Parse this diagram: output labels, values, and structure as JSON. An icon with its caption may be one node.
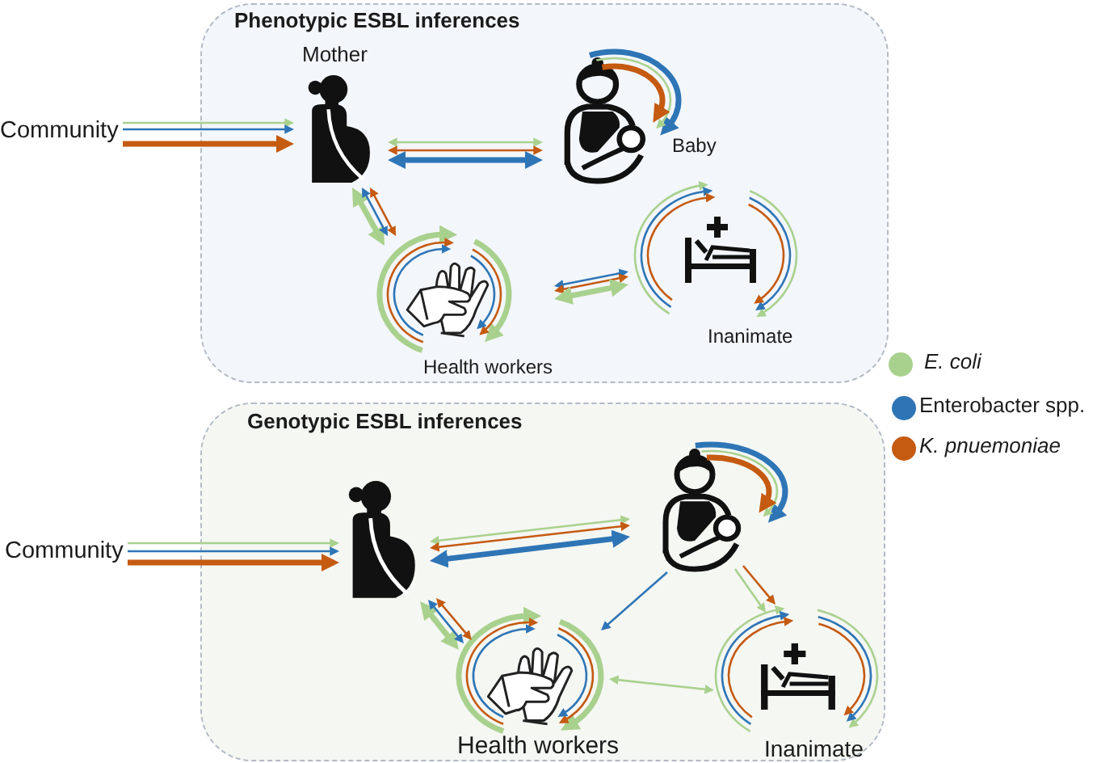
{
  "diagram": {
    "nodes": [
      {
        "text": [
          "Phenotypic ESBL inferences"
        ]
      },
      {
        "text": [
          "Community"
        ]
      },
      {
        "text": [
          "Mother"
        ],
        "in": 0
      },
      {
        "text": [
          "Baby"
        ],
        "in": 0
      },
      {
        "text": [
          "Health workers"
        ],
        "in": 0
      },
      {
        "text": [
          "Inanimate"
        ],
        "in": 0
      },
      {
        "text": [
          "Genotypic ESBL inferences"
        ]
      },
      {
        "text": [
          "Community"
        ]
      },
      {
        "text": [],
        "shape": "picture",
        "in": 6
      },
      {
        "text": [],
        "shape": "picture",
        "in": 6
      },
      {
        "text": [
          "Health workers"
        ],
        "in": 6
      },
      {
        "text": [
          "Inanimate"
        ],
        "in": 6
      }
    ],
    "edges": [
      {
        "from": 1,
        "to": 2,
        "arrow": "to",
        "color": "#a9d18e"
      },
      {
        "from": 1,
        "to": 2,
        "arrow": "to",
        "color": "#2e75b6"
      },
      {
        "from": 1,
        "to": 2,
        "arrow": "to",
        "color": "#c55a11",
        "style": "thick"
      },
      {
        "from": 2,
        "to": 3,
        "arrow": "both",
        "color": "#a9d18e"
      },
      {
        "from": 2,
        "to": 3,
        "arrow": "both",
        "color": "#c55a11"
      },
      {
        "from": 2,
        "to": 3,
        "arrow": "both",
        "color": "#2e75b6",
        "style": "thick"
      },
      {
        "from": 2,
        "to": 4,
        "arrow": "both",
        "color": "#a9d18e",
        "style": "thick"
      },
      {
        "from": 2,
        "to": 4,
        "arrow": "both",
        "color": "#2e75b6"
      },
      {
        "from": 2,
        "to": 4,
        "arrow": "both",
        "color": "#c55a11"
      },
      {
        "from": 4,
        "to": 5,
        "arrow": "both",
        "color": "#2e75b6"
      },
      {
        "from": 4,
        "to": 5,
        "arrow": "both",
        "color": "#c55a11"
      },
      {
        "from": 4,
        "to": 5,
        "arrow": "both",
        "color": "#a9d18e",
        "style": "thick"
      },
      {
        "from": 3,
        "to": 3,
        "arrow": "to",
        "color": "#2e75b6",
        "style": "thick"
      },
      {
        "from": 3,
        "to": 3,
        "arrow": "to",
        "color": "#a9d18e"
      },
      {
        "from": 3,
        "to": 3,
        "arrow": "to",
        "color": "#c55a11",
        "style": "thick"
      },
      {
        "from": 4,
        "to": 4,
        "arrow": "to",
        "color": "#a9d18e",
        "style": "thick"
      },
      {
        "from": 4,
        "to": 4,
        "arrow": "to",
        "color": "#c55a11"
      },
      {
        "from": 4,
        "to": 4,
        "arrow": "to",
        "color": "#2e75b6"
      },
      {
        "from": 4,
        "to": 4,
        "arrow": "to",
        "color": "#a9d18e",
        "style": "thick"
      },
      {
        "from": 4,
        "to": 4,
        "arrow": "to",
        "color": "#c55a11"
      },
      {
        "from": 4,
        "to": 4,
        "arrow": "to",
        "color": "#2e75b6"
      },
      {
        "from": 5,
        "to": 5,
        "arrow": "to",
        "color": "#a9d18e"
      },
      {
        "from": 5,
        "to": 5,
        "arrow": "to",
        "color": "#2e75b6"
      },
      {
        "from": 5,
        "to": 5,
        "arrow": "to",
        "color": "#c55a11"
      },
      {
        "from": 5,
        "to": 5,
        "arrow": "to",
        "color": "#a9d18e"
      },
      {
        "from": 5,
        "to": 5,
        "arrow": "to",
        "color": "#2e75b6"
      },
      {
        "from": 5,
        "to": 5,
        "arrow": "to",
        "color": "#c55a11"
      },
      {
        "from": 7,
        "to": 8,
        "arrow": "to",
        "color": "#a9d18e"
      },
      {
        "from": 7,
        "to": 8,
        "arrow": "to",
        "color": "#2e75b6"
      },
      {
        "from": 7,
        "to": 8,
        "arrow": "to",
        "color": "#c55a11",
        "style": "thick"
      },
      {
        "from": 8,
        "to": 9,
        "arrow": "both",
        "color": "#a9d18e"
      },
      {
        "from": 8,
        "to": 9,
        "arrow": "both",
        "color": "#c55a11"
      },
      {
        "from": 8,
        "to": 9,
        "arrow": "both",
        "color": "#2e75b6",
        "style": "thick"
      },
      {
        "from": 8,
        "to": 10,
        "arrow": "both",
        "color": "#a9d18e",
        "style": "thick"
      },
      {
        "from": 8,
        "to": 10,
        "arrow": "both",
        "color": "#2e75b6"
      },
      {
        "from": 8,
        "to": 10,
        "arrow": "both",
        "color": "#c55a11"
      },
      {
        "from": 9,
        "to": 10,
        "arrow": "to",
        "color": "#2e75b6"
      },
      {
        "from": 9,
        "to": 11,
        "arrow": "to",
        "color": "#c55a11"
      },
      {
        "from": 9,
        "to": 11,
        "arrow": "to",
        "color": "#a9d18e"
      },
      {
        "from": 10,
        "to": 11,
        "arrow": "both",
        "color": "#a9d18e"
      },
      {
        "from": 9,
        "to": 9,
        "arrow": "to",
        "color": "#2e75b6",
        "style": "thick"
      },
      {
        "from": 9,
        "to": 9,
        "arrow": "to",
        "color": "#a9d18e"
      },
      {
        "from": 9,
        "to": 9,
        "arrow": "to",
        "color": "#c55a11",
        "style": "thick"
      },
      {
        "from": 10,
        "to": 10,
        "arrow": "to",
        "color": "#a9d18e",
        "style": "thick"
      },
      {
        "from": 10,
        "to": 10,
        "arrow": "to",
        "color": "#c55a11"
      },
      {
        "from": 10,
        "to": 10,
        "arrow": "to",
        "color": "#2e75b6"
      },
      {
        "from": 10,
        "to": 10,
        "arrow": "to",
        "color": "#a9d18e",
        "style": "thick"
      },
      {
        "from": 10,
        "to": 10,
        "arrow": "to",
        "color": "#c55a11"
      },
      {
        "from": 10,
        "to": 10,
        "arrow": "to",
        "color": "#2e75b6"
      },
      {
        "from": 11,
        "to": 11,
        "arrow": "to",
        "color": "#a9d18e"
      },
      {
        "from": 11,
        "to": 11,
        "arrow": "to",
        "color": "#2e75b6"
      },
      {
        "from": 11,
        "to": 11,
        "arrow": "to",
        "color": "#c55a11"
      },
      {
        "from": 11,
        "to": 11,
        "arrow": "to",
        "color": "#a9d18e"
      },
      {
        "from": 11,
        "to": 11,
        "arrow": "to",
        "color": "#2e75b6"
      },
      {
        "from": 11,
        "to": 11,
        "arrow": "to",
        "color": "#c55a11"
      }
    ],
    "legend": [
      {
        "text": "E. coli",
        "color": "#a9d18e"
      },
      {
        "text": "Enterobacter spp.",
        "color": "#2e75b6"
      },
      {
        "text": "K. pnuemoniae",
        "color": "#c55a11"
      }
    ]
  }
}
